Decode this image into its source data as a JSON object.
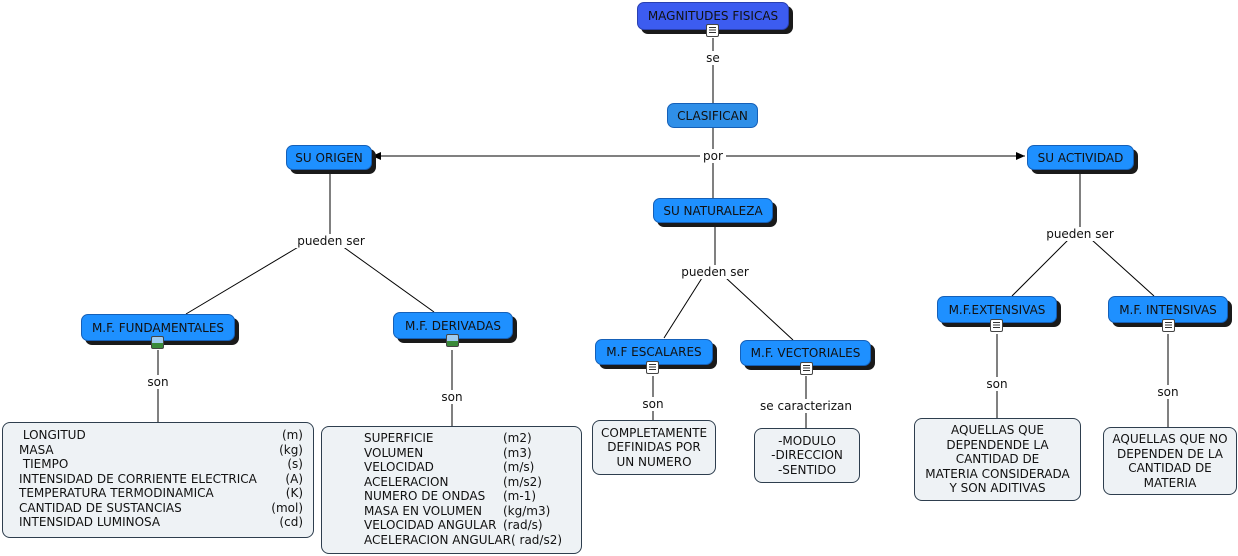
{
  "nodes": {
    "magnitudes": "MAGNITUDES FISICAS",
    "clasifican": "CLASIFICAN",
    "origen": "SU ORIGEN",
    "naturaleza": "SU NATURALEZA",
    "actividad": "SU ACTIVIDAD",
    "fundamentales": "M.F. FUNDAMENTALES",
    "derivadas": "M.F. DERIVADAS",
    "escalares": "M.F ESCALARES",
    "vectoriales": "M.F. VECTORIALES",
    "extensivas": "M.F.EXTENSIVAS",
    "intensivas": "M.F. INTENSIVAS"
  },
  "links": {
    "se": "se",
    "por": "por",
    "pueden_ser_origen": "pueden ser",
    "pueden_ser_naturaleza": "pueden ser",
    "pueden_ser_actividad": "pueden ser",
    "son_fund": "son",
    "son_deriv": "son",
    "son_esc": "son",
    "se_caracterizan": "se caracterizan",
    "son_ext": "son",
    "son_int": "son"
  },
  "fundamentales_list": [
    {
      "name": " LONGITUD",
      "unit": "(m)"
    },
    {
      "name": "MASA",
      "unit": "(kg)"
    },
    {
      "name": " TIEMPO",
      "unit": "(s)"
    },
    {
      "name": "INTENSIDAD DE CORRIENTE ELECTRICA",
      "unit": "(A)"
    },
    {
      "name": "TEMPERATURA TERMODINAMICA",
      "unit": "(K)"
    },
    {
      "name": "CANTIDAD DE SUSTANCIAS",
      "unit": "(mol)"
    },
    {
      "name": "INTENSIDAD LUMINOSA",
      "unit": "(cd)"
    }
  ],
  "derivadas_list": [
    {
      "name": "SUPERFICIE",
      "unit": "(m2)"
    },
    {
      "name": "VOLUMEN",
      "unit": "(m3)"
    },
    {
      "name": "VELOCIDAD",
      "unit": "(m/s)"
    },
    {
      "name": "ACELERACION",
      "unit": "(m/s2)"
    },
    {
      "name": "NUMERO DE ONDAS",
      "unit": "(m-1)"
    },
    {
      "name": "MASA EN VOLUMEN",
      "unit": "(kg/m3)"
    },
    {
      "name": "VELOCIDAD ANGULAR",
      "unit": "(rad/s)"
    },
    {
      "name": "ACELERACION ANGULAR",
      "unit": "( rad/s2)"
    }
  ],
  "escalares_desc": [
    "COMPLETAMENTE",
    "DEFINIDAS POR",
    "UN NUMERO"
  ],
  "vectoriales_desc": [
    "-MODULO",
    "-DIRECCION",
    "-SENTIDO"
  ],
  "extensivas_desc": [
    "AQUELLAS QUE",
    "DEPENDENDE LA",
    "CANTIDAD DE",
    "MATERIA CONSIDERADA",
    "Y SON ADITIVAS"
  ],
  "intensivas_desc": [
    "AQUELLAS QUE NO",
    "DEPENDEN DE LA",
    "CANTIDAD DE",
    "MATERIA"
  ],
  "colors": {
    "node": "#1e90ff",
    "root": "#3c5cf0",
    "box_bg": "#eef2f5",
    "line": "#000000"
  },
  "icons": [
    "doc-icon",
    "image-icon"
  ]
}
